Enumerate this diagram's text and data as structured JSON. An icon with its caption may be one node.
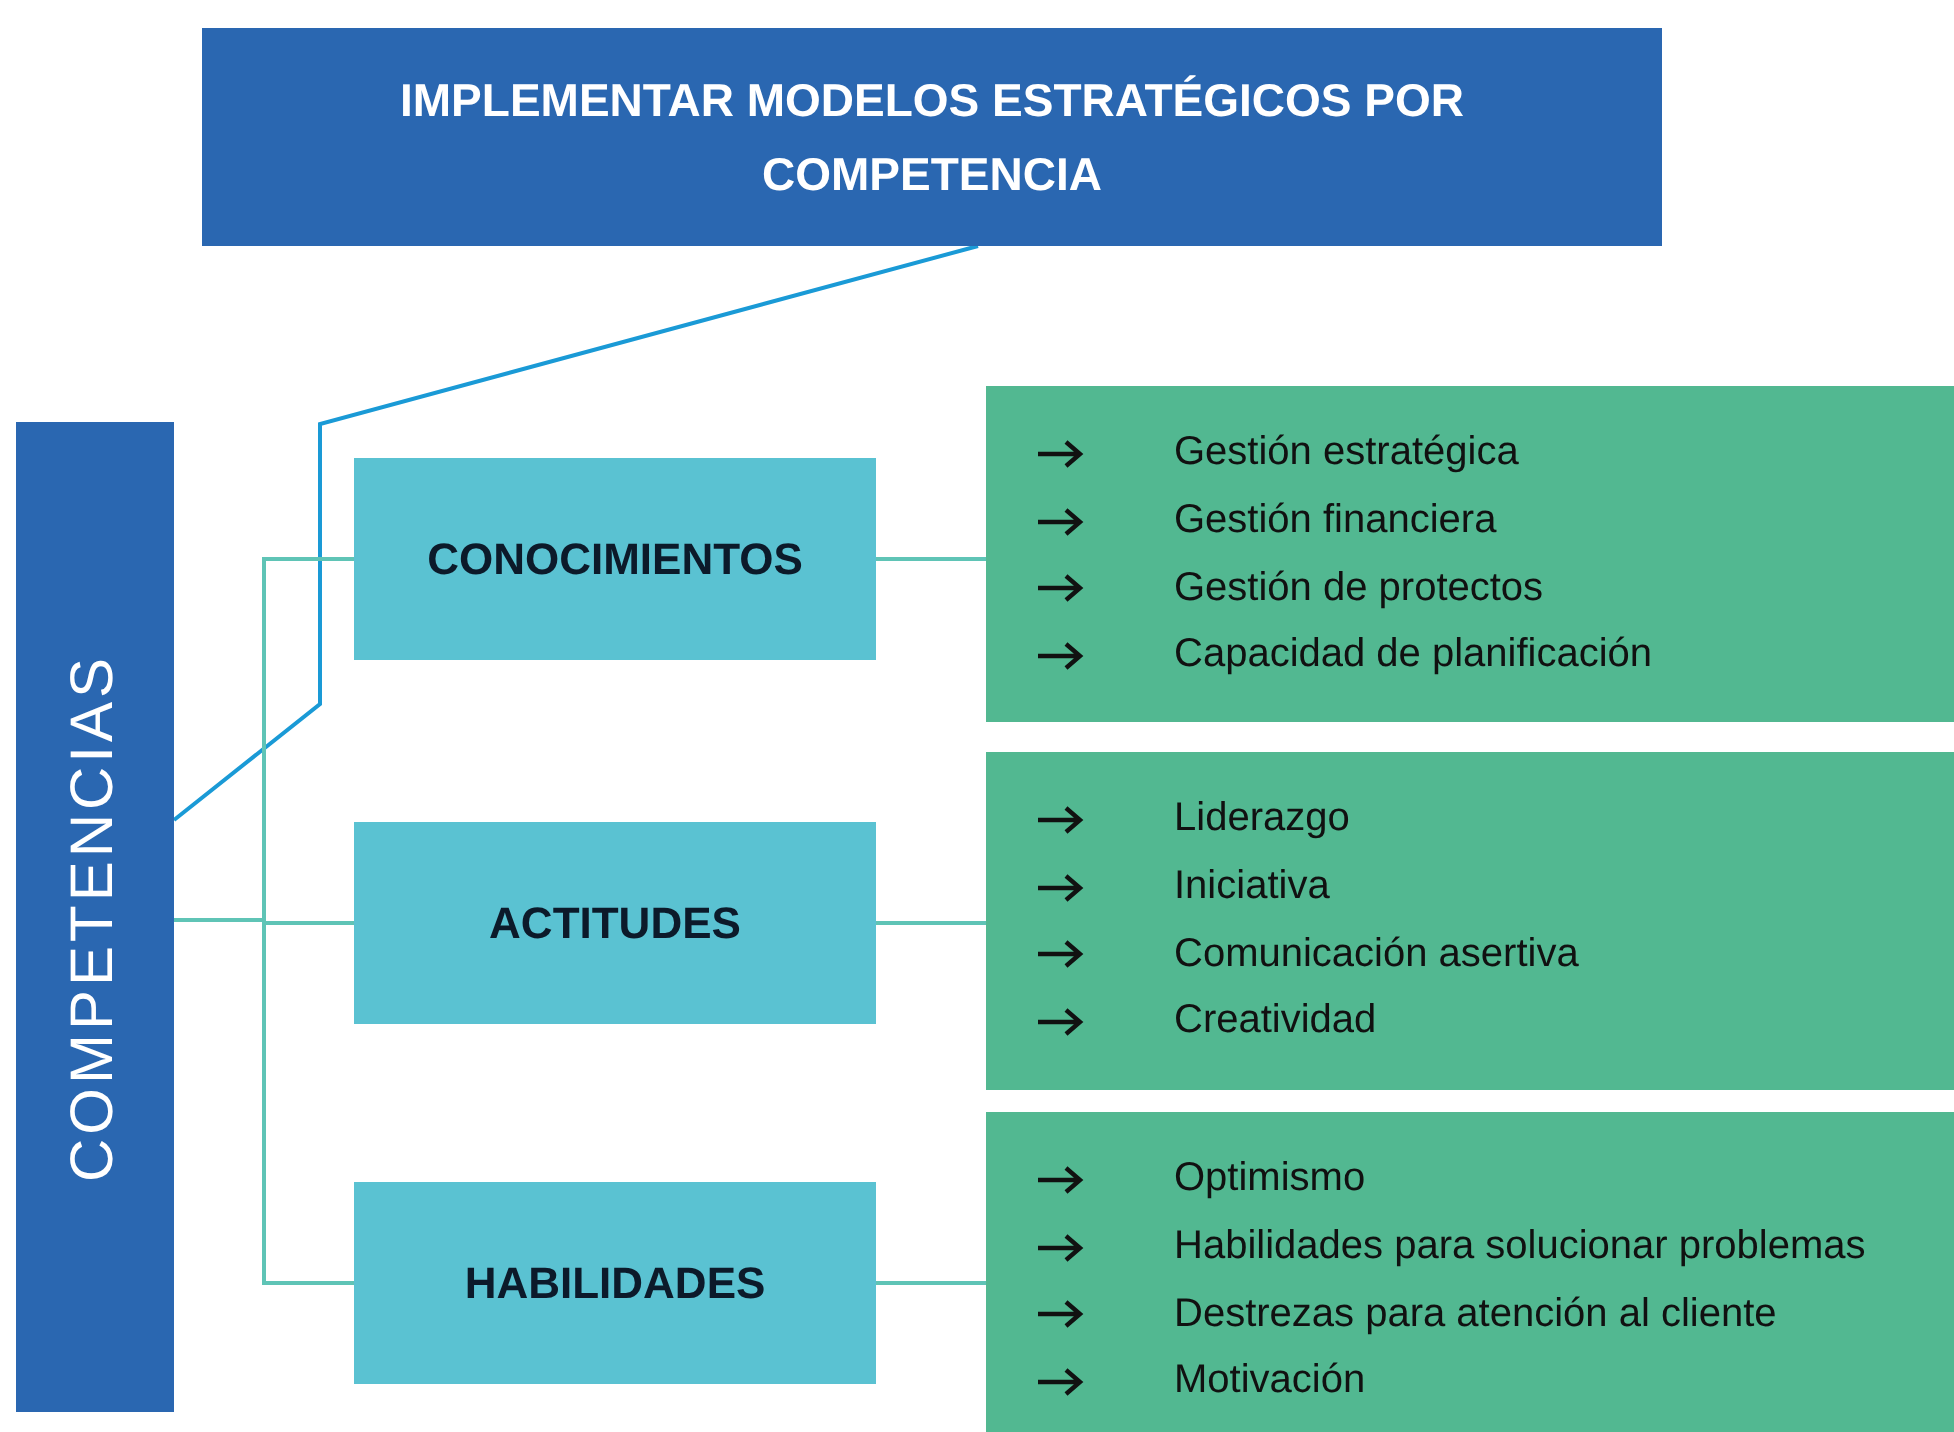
{
  "diagram": {
    "nodes": [
      {
        "text": [
          "IMPLEMENTAR MODELOS ESTRATÉGICOS POR COMPETENCIA"
        ]
      },
      {
        "text": [
          "COMPETENCIAS"
        ]
      },
      {
        "text": [
          "CONOCIMIENTOS"
        ]
      },
      {
        "text": [
          "Gestión estratégica",
          "Gestión financiera",
          "Gestión de protectos",
          "Capacidad de planificación"
        ]
      },
      {
        "text": [
          "ACTITUDES"
        ]
      },
      {
        "text": [
          "Liderazgo",
          "Iniciativa",
          "Comunicación asertiva",
          "Creatividad"
        ]
      },
      {
        "text": [
          "HABILIDADES"
        ]
      },
      {
        "text": [
          "Optimismo",
          "Habilidades para solucionar problemas",
          "Destrezas para atención al cliente",
          "Motivación"
        ]
      }
    ],
    "edges": [
      {
        "from": 0,
        "to": 1,
        "arrow": "none",
        "color": "#1a9ad6"
      },
      {
        "from": 1,
        "to": 2,
        "arrow": "none"
      },
      {
        "from": 1,
        "to": 4,
        "arrow": "none"
      },
      {
        "from": 1,
        "to": 6,
        "arrow": "none"
      },
      {
        "from": 2,
        "to": 3,
        "arrow": "none"
      },
      {
        "from": 4,
        "to": 5,
        "arrow": "none"
      },
      {
        "from": 6,
        "to": 7,
        "arrow": "none"
      }
    ]
  }
}
